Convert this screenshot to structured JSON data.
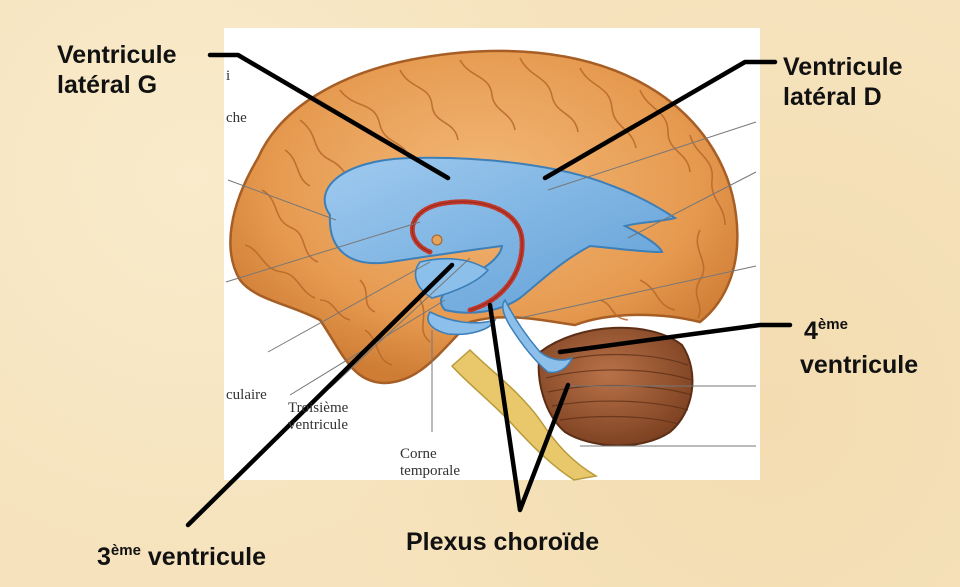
{
  "labels": {
    "lateral_g": {
      "line1": "Ventricule",
      "line2": "latéral G"
    },
    "lateral_d": {
      "line1": "Ventricule",
      "line2": "latéral D"
    },
    "fourth": {
      "num": "4",
      "sup": "ème",
      "word": "ventricule"
    },
    "third": {
      "num": "3",
      "sup": "ème",
      "word": " ventricule"
    },
    "plexus": "Plexus choroïde"
  },
  "original_labels": {
    "partial_top": "i",
    "partial_che": "che",
    "partial_culaire": "culaire",
    "troisieme_line1": "Troisième",
    "troisieme_line2": "ventricule",
    "corne_line1": "Corne",
    "corne_line2": "temporale"
  },
  "colors": {
    "background": "#f6e3bd",
    "brain": "#e9a15a",
    "brain_fold": "#b8692a",
    "ventricle": "#7fb7e3",
    "ventricle_edge": "#3d7fb8",
    "plexus": "#c0392b",
    "cerebellum": "#9c5a32",
    "brainstem": "#e8c86a",
    "leader": "#000000"
  }
}
